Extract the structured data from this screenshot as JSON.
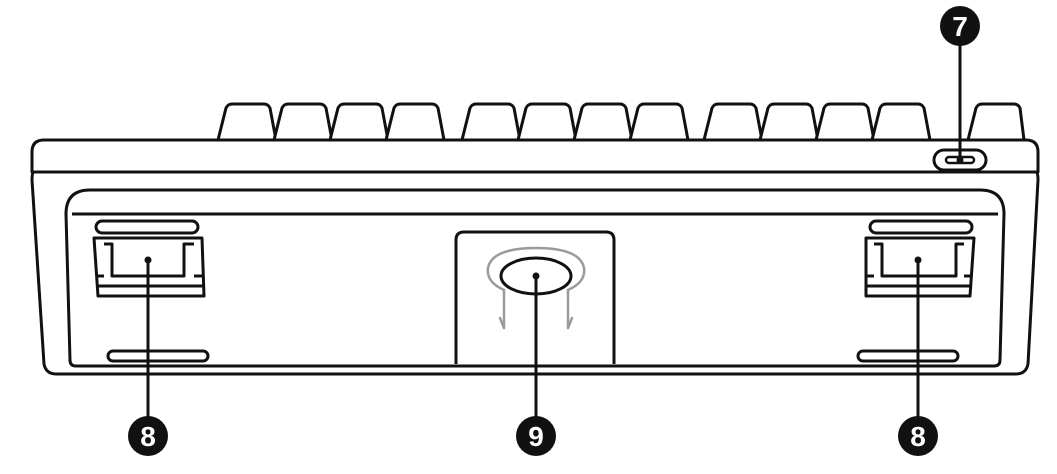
{
  "callouts": {
    "usb_c_port": "7",
    "left_foot": "8",
    "right_foot": "8",
    "cable_routing": "9"
  },
  "colors": {
    "line": "#111111",
    "fill": "#ffffff",
    "cable_clip": "#9a9a9a",
    "badge": "#111111"
  }
}
